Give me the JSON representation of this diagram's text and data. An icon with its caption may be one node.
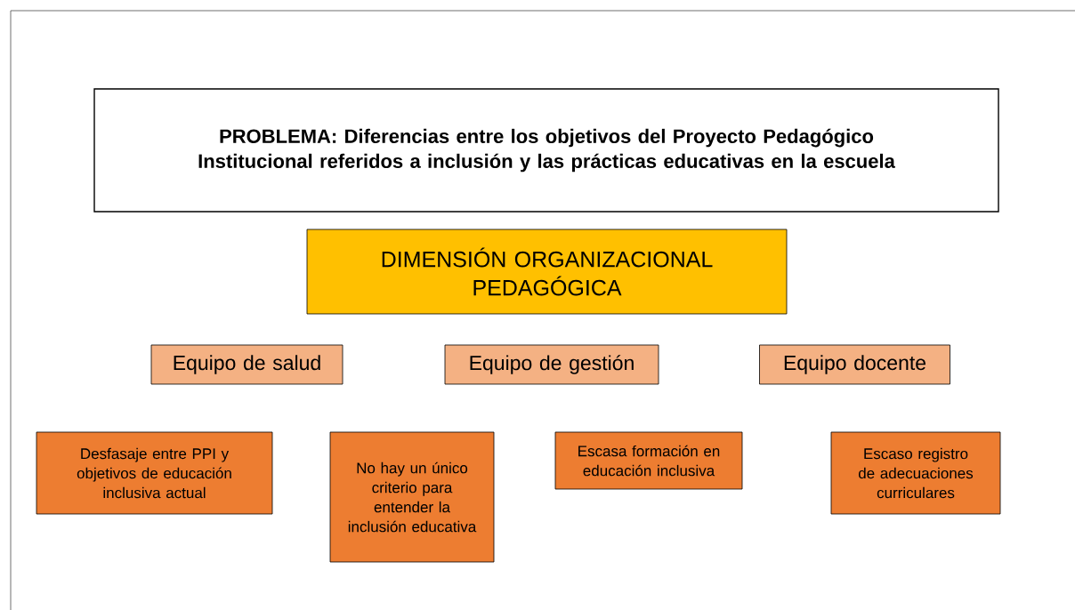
{
  "diagram": {
    "nodes": [
      {
        "text": [
          "PROBLEMA: Diferencias entre los objetivos del Proyecto Pedagógico Institucional referidos a inclusión y las prácticas educativas en la escuela"
        ]
      },
      {
        "text": [
          "DIMENSIÓN ORGANIZACIONAL PEDAGÓGICA"
        ]
      },
      {
        "text": [
          "Equipo de salud"
        ]
      },
      {
        "text": [
          "Equipo de gestión"
        ]
      },
      {
        "text": [
          "Equipo docente"
        ]
      },
      {
        "text": [
          "Desfasaje entre PPI y objetivos de educación inclusiva actual"
        ]
      },
      {
        "text": [
          "No hay un único criterio para entender la inclusión educativa"
        ]
      },
      {
        "text": [
          "Escasa formación en educación inclusiva"
        ]
      },
      {
        "text": [
          "Escaso registro de adecuaciones curriculares"
        ]
      }
    ]
  }
}
